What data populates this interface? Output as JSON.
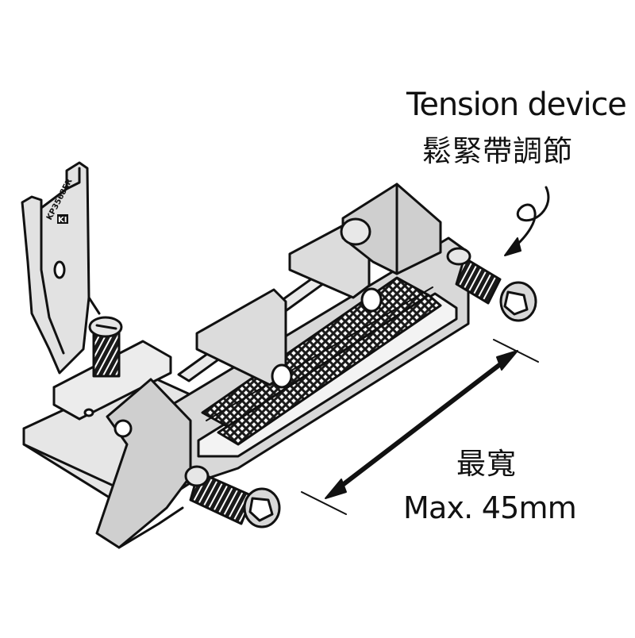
{
  "labels": {
    "tension_en": "Tension device",
    "tension_zh": "鬆緊帶調節",
    "width_zh": "最寬",
    "width_en": "Max. 45mm"
  },
  "product": {
    "logo_text": "KI",
    "model": "KP3568ER"
  },
  "colors": {
    "metal_fill": "#d8d8d8",
    "metal_dark": "#bfbfbf",
    "outline": "#111111",
    "knurl": "#1a1a1a",
    "background": "#ffffff"
  }
}
